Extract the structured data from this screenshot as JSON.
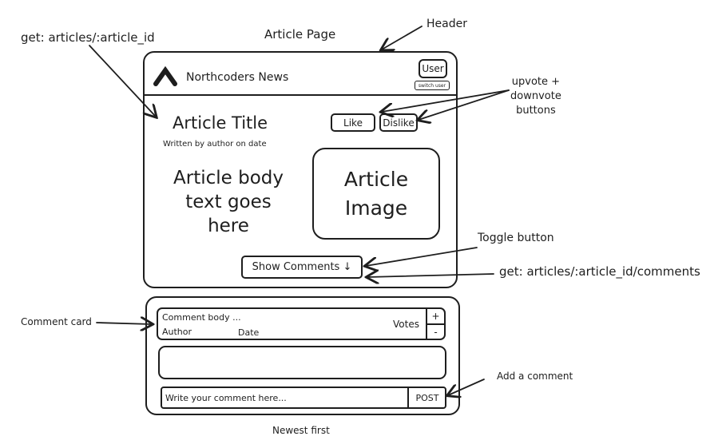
{
  "annotations": {
    "page_title": "Article Page",
    "header": "Header",
    "get_article": "get: articles/:article_id",
    "vote_buttons": [
      "upvote +",
      "downvote",
      "buttons"
    ],
    "toggle_button": "Toggle button",
    "get_comments": "get: articles/:article_id/comments",
    "comment_card": "Comment card",
    "add_comment": "Add a comment",
    "newest_first": "Newest first"
  },
  "header": {
    "brand": "Northcoders News",
    "user_button": "User",
    "switch_user": "switch user"
  },
  "article": {
    "title": "Article Title",
    "byline": "Written by author on date",
    "body": [
      "Article body",
      "text goes",
      "here"
    ],
    "image": [
      "Article",
      "Image"
    ],
    "like_button": "Like",
    "dislike_button": "Dislike",
    "show_comments_button": "Show Comments ↓"
  },
  "comments": {
    "card": {
      "body": "Comment body ...",
      "author": "Author",
      "date": "Date",
      "votes": "Votes",
      "plus": "+",
      "minus": "-"
    },
    "input_placeholder": "Write your comment here...",
    "post_button": "POST"
  }
}
